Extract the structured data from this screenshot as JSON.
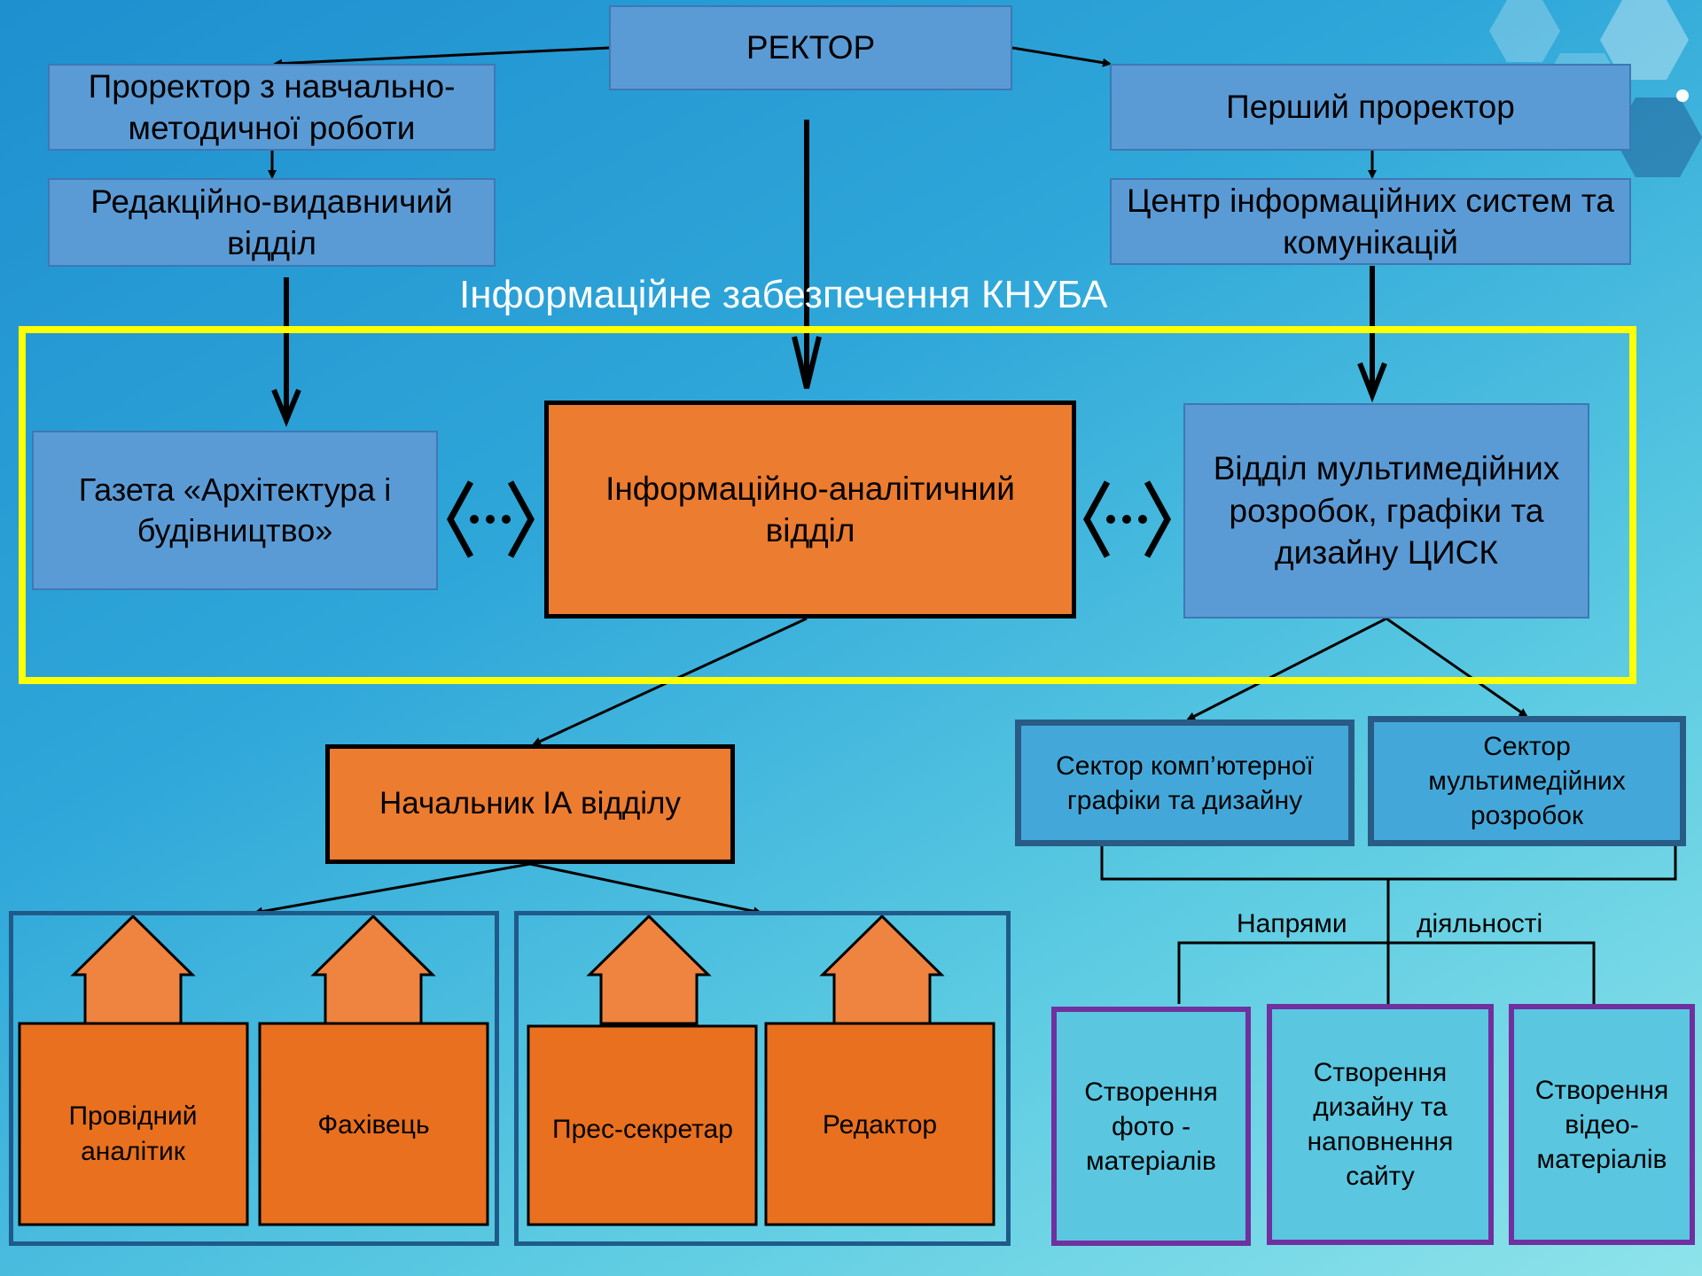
{
  "title": "Інформаційне забезпечення КНУБА",
  "nodes": {
    "rector": "РЕКТОР",
    "vice_rector_edu": "Проректор з навчально-методичної роботи",
    "first_vice_rector": "Перший проректор",
    "editorial_dept": "Редакційно-видавничий відділ",
    "info_systems_center": "Центр інформаційних систем та комунікацій",
    "newspaper": "Газета «Архітектура і будівництво»",
    "ia_dept": "Інформаційно-аналітичний відділ",
    "multimedia_dept": "Відділ мультимедійних розробок, графіки та дизайну ЦИСК",
    "ia_head": "Начальник ІА відділу",
    "sector_graphics": "Сектор комп’ютерної графіки та дизайну",
    "sector_multimedia": "Сектор мультимедійних розробок"
  },
  "roles": {
    "lead_analyst": "Провідний аналітик",
    "specialist": "Фахівець",
    "press_secretary": "Прес-секретар",
    "editor": "Редактор"
  },
  "directions": {
    "label_left": "Напрями",
    "label_right": "діяльності",
    "photo": "Створення фото - матеріалів",
    "website": "Створення дизайну та наповнення сайту",
    "video": "Створення відео-матеріалів"
  },
  "colors": {
    "blue_box": "#5b9bd5",
    "orange_box": "#ec7c30",
    "highlight_frame": "#ffff00",
    "direction_border": "#7030a0",
    "sector_border": "#285b86"
  },
  "icons": {
    "link_left": "bidirectional-link-icon",
    "link_right": "bidirectional-link-icon",
    "arrows": "block-up-arrow"
  }
}
